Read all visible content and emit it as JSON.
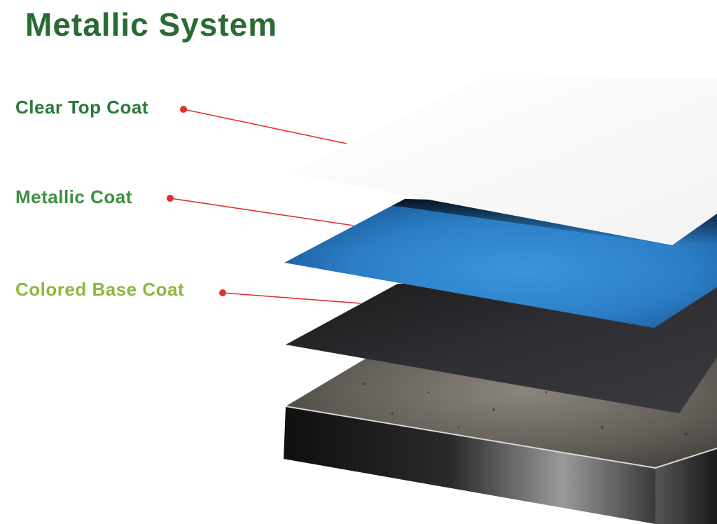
{
  "title": "Metallic System",
  "colors": {
    "title": "#2a6b35",
    "leader_line": "#e0302f",
    "leader_dot": "#e0302f",
    "clear_layer": "#fbfbfb",
    "metallic_layer": "#2f86cf",
    "base_layer": "#2b2b2e",
    "concrete_top": "#6e6a63",
    "concrete_side": "#1c1c1c"
  },
  "layers": [
    {
      "label": "Clear Top Coat",
      "color": "#2a7a3c"
    },
    {
      "label": "Metallic Coat",
      "color": "#3d8f3f"
    },
    {
      "label": "Colored Base Coat",
      "color": "#8bb83f"
    }
  ]
}
